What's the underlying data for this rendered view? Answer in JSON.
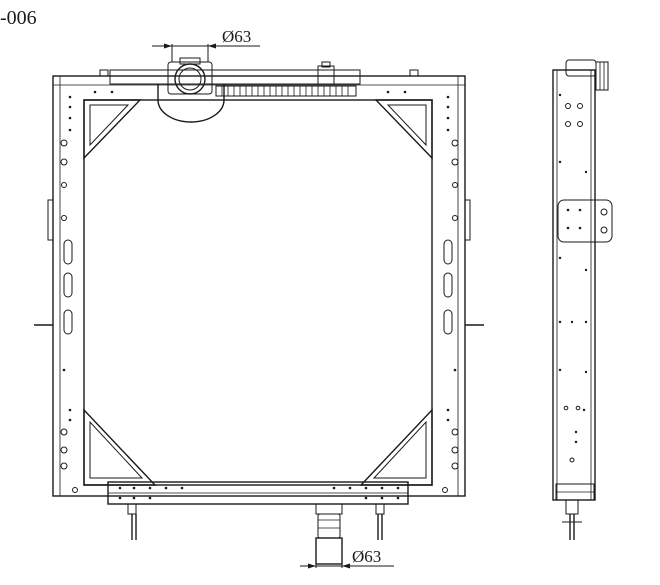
{
  "drawing": {
    "part_number_fragment": "-006",
    "dimension_top": "Ø63",
    "dimension_bottom": "Ø63"
  }
}
